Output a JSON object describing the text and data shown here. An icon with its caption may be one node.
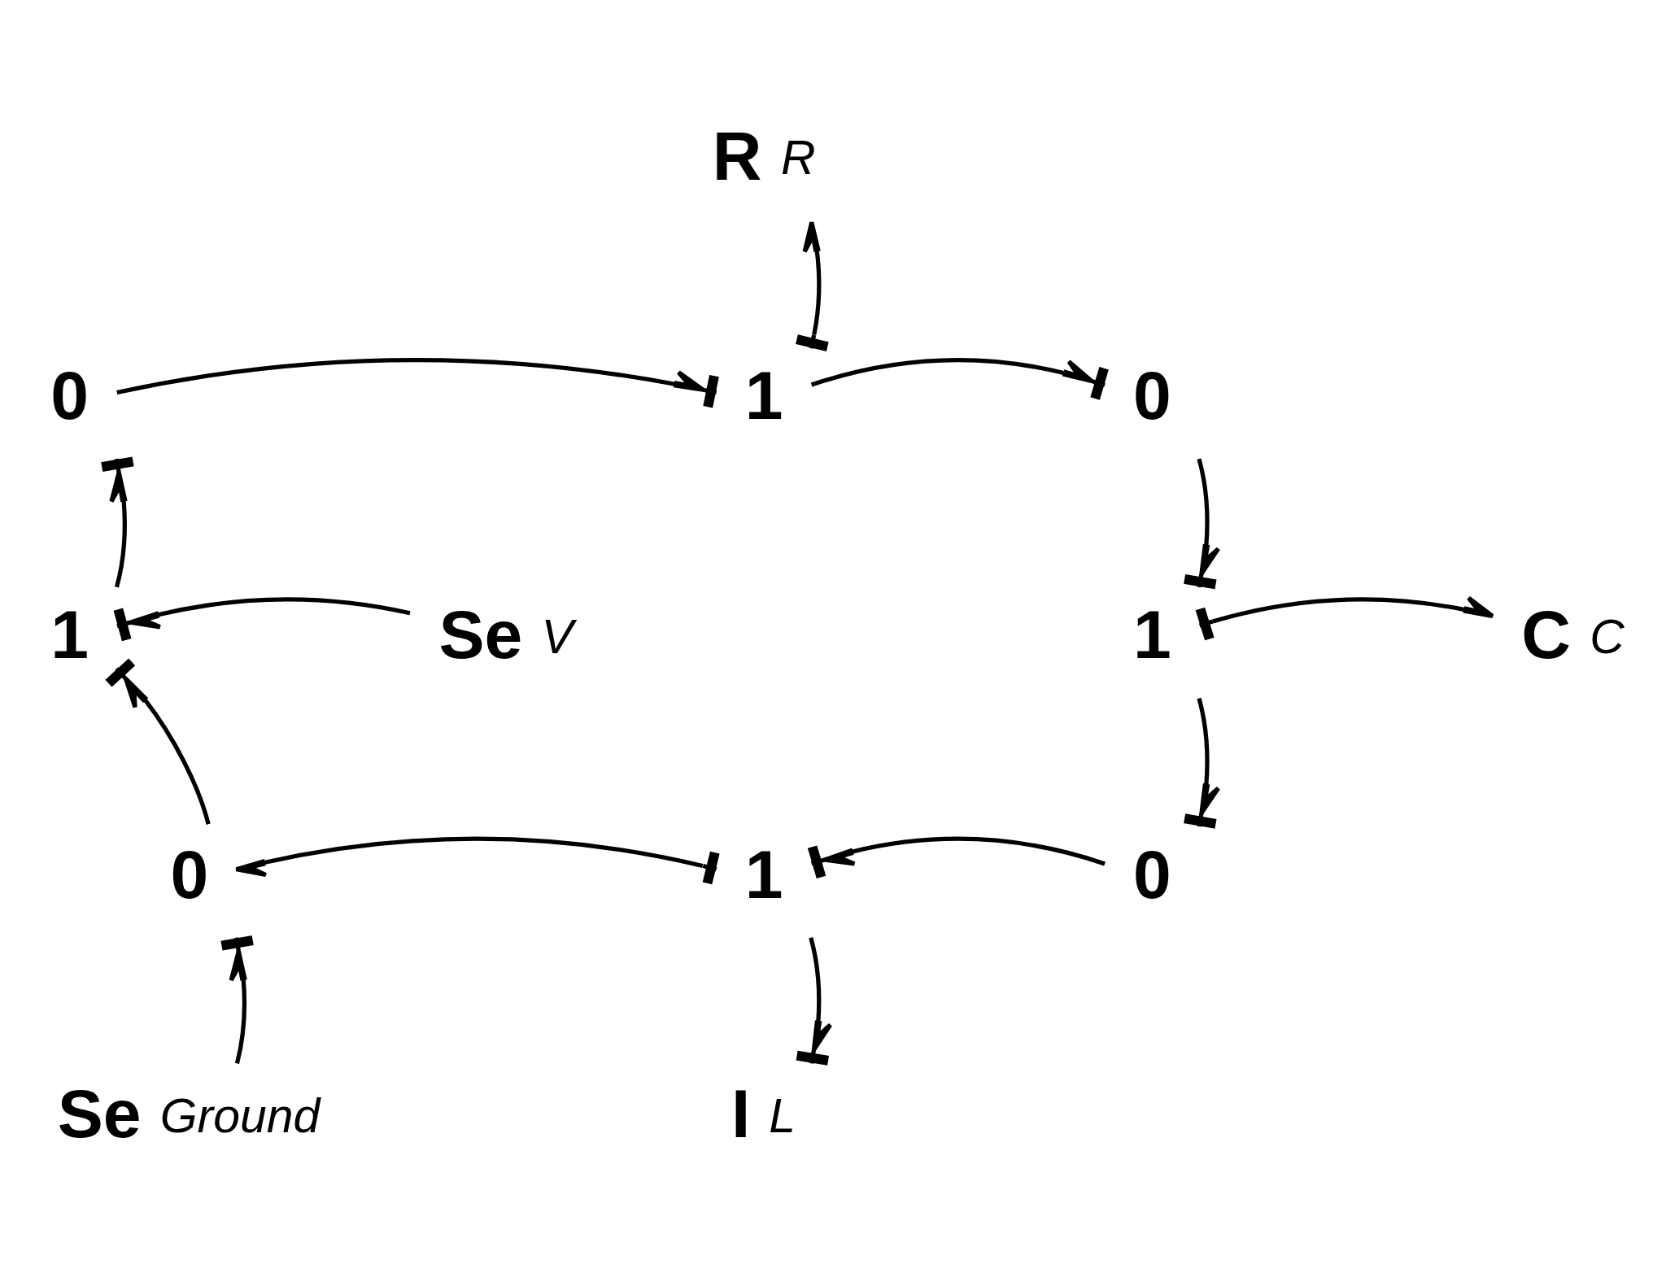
{
  "diagram": {
    "nodes": [
      {
        "text": [
          "R"
        ],
        "beside": [
          "R"
        ]
      },
      {
        "text": [
          "0"
        ]
      },
      {
        "text": [
          "1"
        ]
      },
      {
        "text": [
          "0"
        ]
      },
      {
        "text": [
          "Se"
        ],
        "beside": [
          "V"
        ]
      },
      {
        "text": [
          "1"
        ]
      },
      {
        "text": [
          "1"
        ]
      },
      {
        "text": [
          "C"
        ],
        "beside": [
          "C"
        ]
      },
      {
        "text": [
          "0"
        ]
      },
      {
        "text": [
          "1"
        ]
      },
      {
        "text": [
          "0"
        ]
      },
      {
        "text": [
          "Se"
        ],
        "beside": [
          "Ground"
        ]
      },
      {
        "text": [
          "I"
        ],
        "beside": [
          "L"
        ]
      }
    ],
    "edges": [
      {
        "from": 1,
        "to": 2,
        "arrow": "to"
      },
      {
        "from": 2,
        "to": 3,
        "arrow": "to"
      },
      {
        "from": 2,
        "to": 0,
        "arrow": "to"
      },
      {
        "from": 3,
        "to": 6,
        "arrow": "to"
      },
      {
        "from": 6,
        "to": 7,
        "arrow": "to"
      },
      {
        "from": 6,
        "to": 10,
        "arrow": "to"
      },
      {
        "from": 10,
        "to": 9,
        "arrow": "to"
      },
      {
        "from": 9,
        "to": 8,
        "arrow": "to"
      },
      {
        "from": 9,
        "to": 12,
        "arrow": "to"
      },
      {
        "from": 8,
        "to": 5,
        "arrow": "to"
      },
      {
        "from": 5,
        "to": 1,
        "arrow": "to"
      },
      {
        "from": 4,
        "to": 5,
        "arrow": "to"
      },
      {
        "from": 11,
        "to": 8,
        "arrow": "to"
      }
    ]
  }
}
